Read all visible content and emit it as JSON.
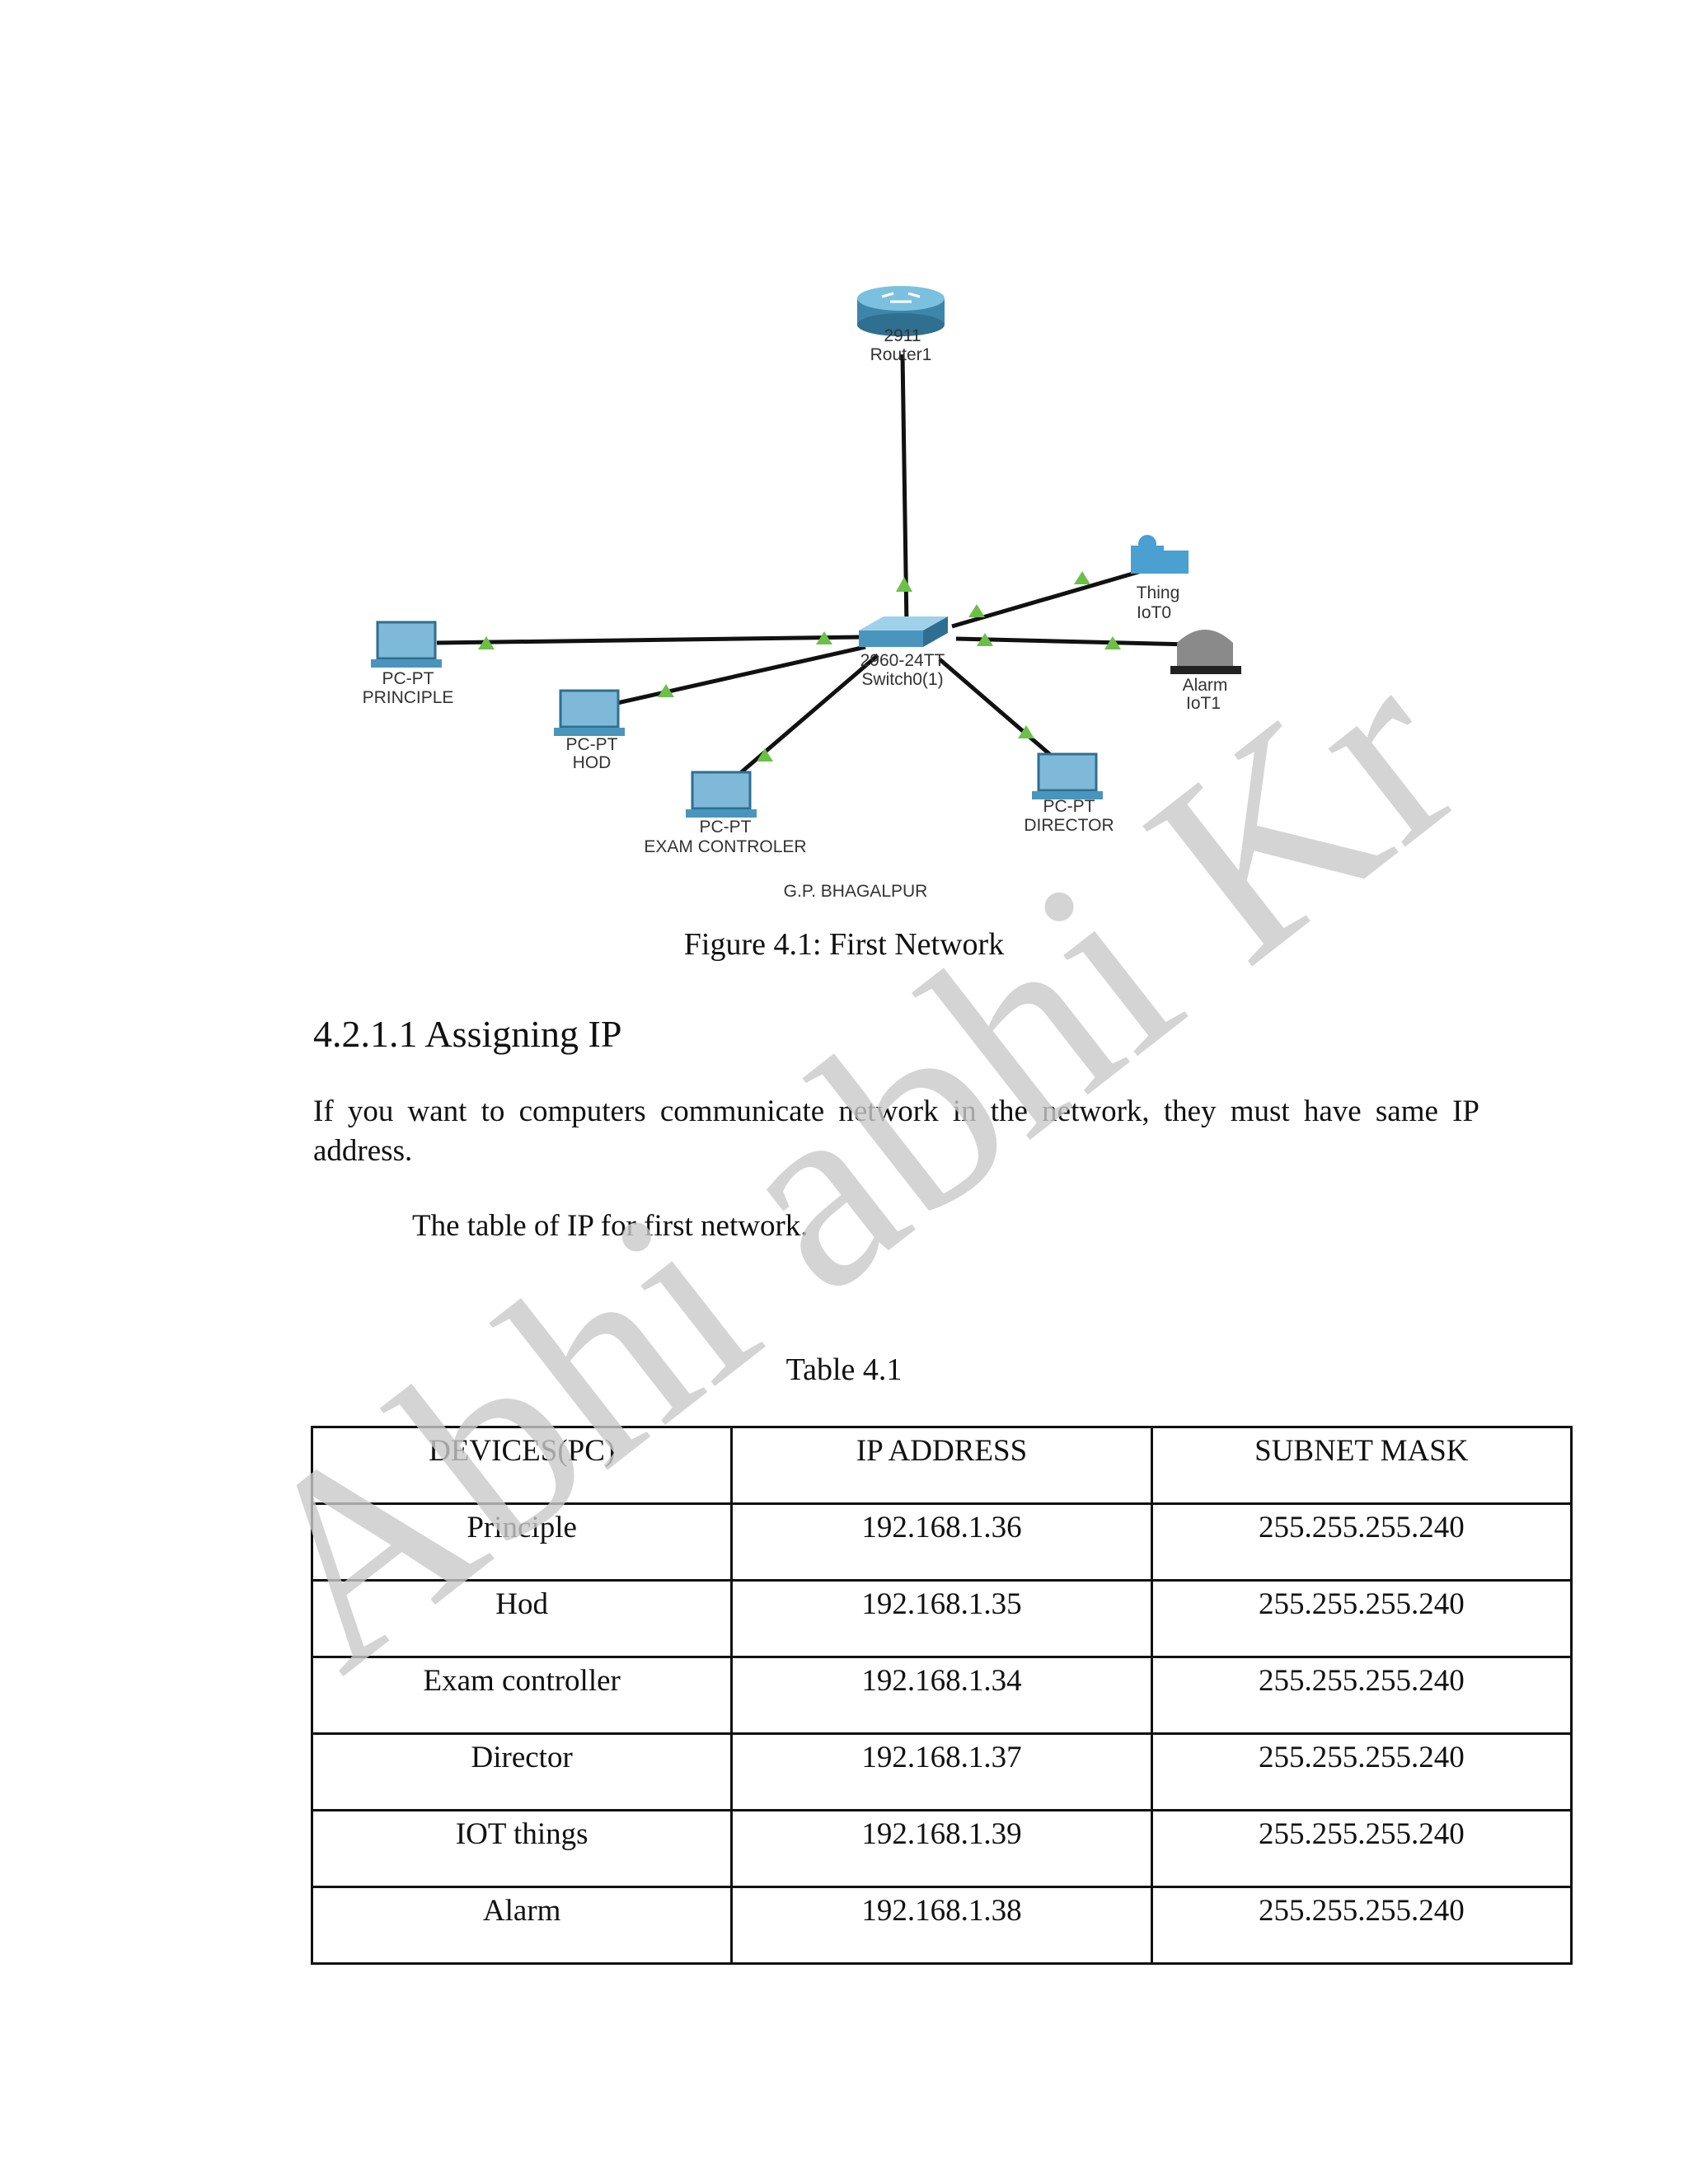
{
  "diagram": {
    "router": {
      "model": "2911",
      "name": "Router1"
    },
    "switch": {
      "model": "2960-24TT",
      "name": "Switch0(1)"
    },
    "pcs": [
      {
        "type": "PC-PT",
        "name": "PRINCIPLE"
      },
      {
        "type": "PC-PT",
        "name": "HOD"
      },
      {
        "type": "PC-PT",
        "name": "EXAM CONTROLER"
      },
      {
        "type": "PC-PT",
        "name": "DIRECTOR"
      }
    ],
    "iot": [
      {
        "type": "Thing",
        "name": "IoT0"
      },
      {
        "type": "Alarm",
        "name": "IoT1"
      }
    ],
    "network_label": "G.P. BHAGALPUR",
    "colors": {
      "link": "#111111",
      "link_up": "#6cc04a",
      "device": "#5aa0c8",
      "alarm": "#8a8a8a"
    }
  },
  "figure_caption": "Figure 4.1: First Network",
  "section": {
    "heading": "4.2.1.1 Assigning IP",
    "paragraph": "If you want to computers communicate network in the network, they must have same IP address.",
    "table_intro": "The table of IP for first network."
  },
  "table": {
    "caption": "Table 4.1",
    "headers": [
      "DEVICES(PC)",
      "IP ADDRESS",
      "SUBNET MASK"
    ],
    "rows": [
      [
        "Principle",
        "192.168.1.36",
        "255.255.255.240"
      ],
      [
        "Hod",
        "192.168.1.35",
        "255.255.255.240"
      ],
      [
        "Exam controller",
        "192.168.1.34",
        "255.255.255.240"
      ],
      [
        "Director",
        "192.168.1.37",
        "255.255.255.240"
      ],
      [
        "IOT things",
        "192.168.1.39",
        "255.255.255.240"
      ],
      [
        "Alarm",
        "192.168.1.38",
        "255.255.255.240"
      ]
    ]
  },
  "watermark": "Abhi abhi Kr"
}
